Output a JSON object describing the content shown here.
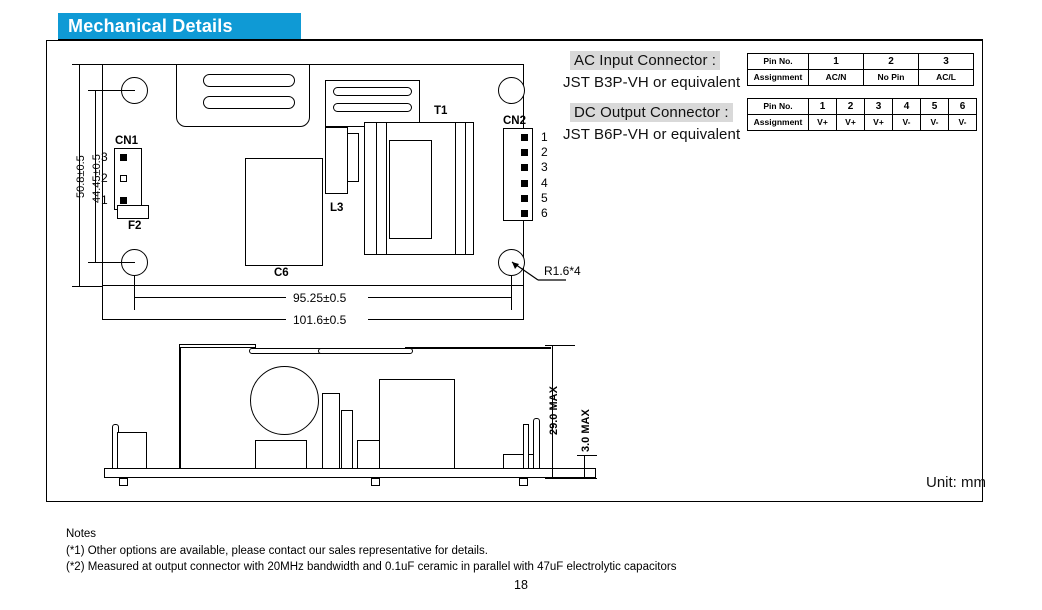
{
  "header": {
    "title": "Mechanical Details"
  },
  "connectors": {
    "ac": {
      "heading": "AC Input Connector :",
      "subheading": "JST B3P-VH or equivalent",
      "row_labels": [
        "Pin No.",
        "Assignment"
      ],
      "pins": [
        "1",
        "2",
        "3"
      ],
      "assignments": [
        "AC/N",
        "No Pin",
        "AC/L"
      ]
    },
    "dc": {
      "heading": "DC Output Connector :",
      "subheading": "JST B6P-VH or equivalent",
      "row_labels": [
        "Pin No.",
        "Assignment"
      ],
      "pins": [
        "1",
        "2",
        "3",
        "4",
        "5",
        "6"
      ],
      "assignments": [
        "V+",
        "V+",
        "V+",
        "V-",
        "V-",
        "V-"
      ]
    }
  },
  "top_view": {
    "dimensions": {
      "height_outer": "50.8±0.5",
      "height_inner": "44.45±0.5",
      "width_inner": "95.25±0.5",
      "width_outer": "101.6±0.5",
      "corner_radius": "R1.6*4"
    },
    "components": {
      "cn1": "CN1",
      "cn2": "CN2",
      "f2": "F2",
      "c6": "C6",
      "l3": "L3",
      "t1": "T1"
    },
    "cn1_pins": [
      "3",
      "2",
      "1"
    ],
    "cn2_pins": [
      "1",
      "2",
      "3",
      "4",
      "5",
      "6"
    ]
  },
  "side_view": {
    "dimensions": {
      "height_max": "29.0 MAX",
      "clearance_max": "3.0  MAX"
    }
  },
  "unit_label": "Unit: mm",
  "notes": {
    "title": "Notes",
    "items": [
      "(*1) Other options are available, please contact our sales representative for details.",
      "(*2) Measured at output connector with 20MHz bandwidth and 0.1uF ceramic in parallel with 47uF electrolytic capacitors"
    ]
  },
  "page_number": "18",
  "colors": {
    "banner": "#0f9ad5",
    "banner_text": "#ffffff",
    "highlight": "#d9d9d9",
    "line": "#000000"
  }
}
